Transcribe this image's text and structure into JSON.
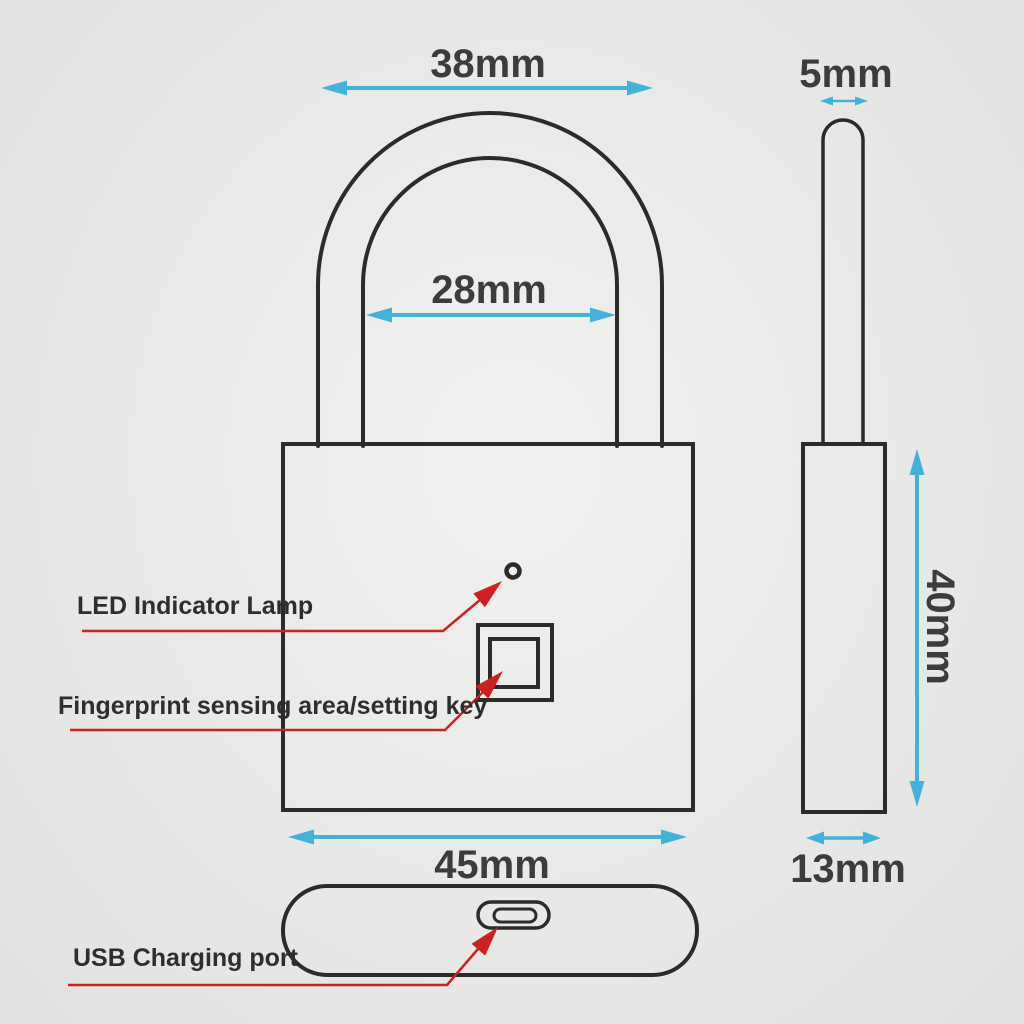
{
  "figure": {
    "kind": "product-dimension-diagram",
    "subject": "fingerprint smart padlock",
    "background_color": "#e9e9e7",
    "colors": {
      "outline": "#2b2b2b",
      "dimension_arrow": "#44b1d8",
      "leader_line": "#cd2121",
      "dimension_text": "#3c3c3c",
      "label_text": "#2e2e2e"
    },
    "dimensions": {
      "shackle_outer_width": "38mm",
      "shackle_inner_width": "28mm",
      "body_width": "45mm",
      "shackle_thickness": "5mm",
      "body_height": "40mm",
      "body_depth": "13mm"
    },
    "labels": {
      "led": "LED Indicator Lamp",
      "fingerprint": "Fingerprint sensing area/setting key",
      "usb": "USB Charging port"
    },
    "views": [
      "front",
      "side",
      "bottom"
    ]
  }
}
